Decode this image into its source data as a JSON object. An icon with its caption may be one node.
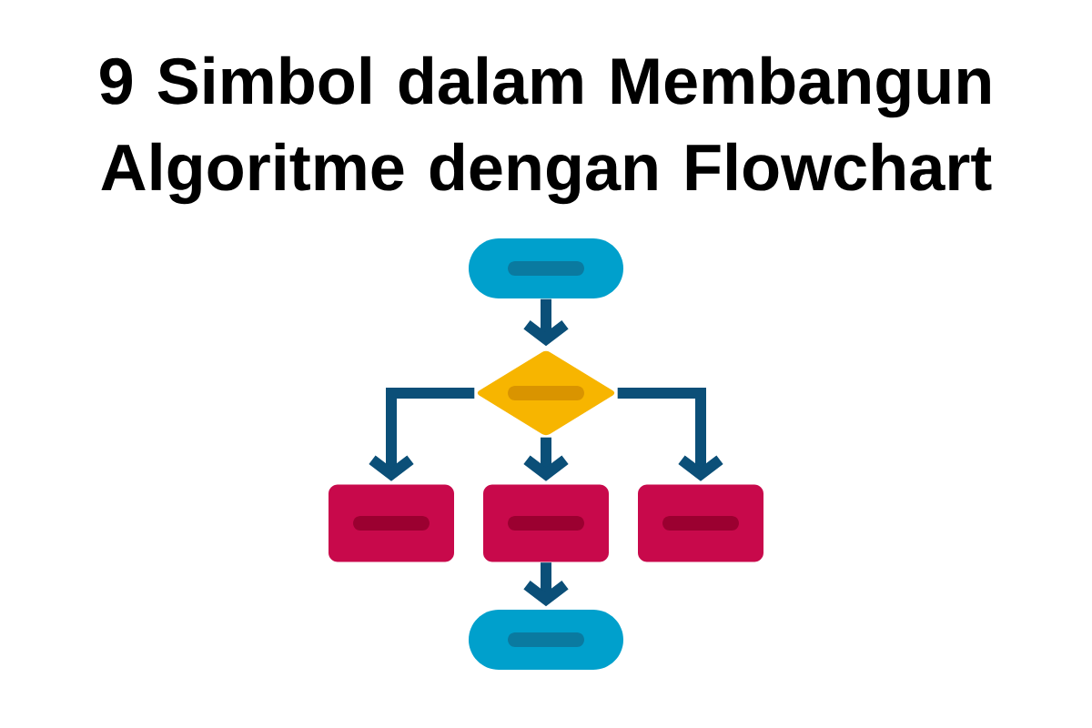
{
  "diagram": {
    "title": "9 Simbol dalam Membangun Algoritme dengan Flowchart",
    "nodes": [
      {
        "text": [],
        "shape": "pill"
      },
      {
        "text": [],
        "shape": "diamond"
      },
      {
        "text": [],
        "shape": "box"
      },
      {
        "text": [],
        "shape": "box"
      },
      {
        "text": [],
        "shape": "box"
      },
      {
        "text": [],
        "shape": "pill"
      }
    ],
    "edges": [
      {
        "from": 0,
        "to": 1,
        "arrow": "to"
      },
      {
        "from": 1,
        "to": 2,
        "arrow": "to"
      },
      {
        "from": 1,
        "to": 3,
        "arrow": "to"
      },
      {
        "from": 1,
        "to": 4,
        "arrow": "to"
      },
      {
        "from": 3,
        "to": 5,
        "arrow": "to"
      }
    ]
  }
}
